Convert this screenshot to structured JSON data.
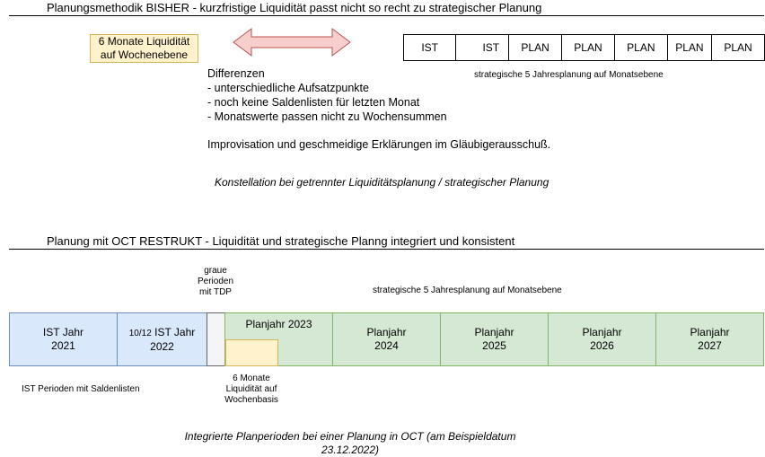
{
  "top": {
    "heading": "Planungsmethodik BISHER - kurzfristige Liquidität passt nicht so recht zu strategischer Planung",
    "liq_box_line1": "6 Monate Liquidität",
    "liq_box_line2": "auf Wochenebene",
    "periods": [
      "IST",
      "IST",
      "PLAN",
      "PLAN",
      "PLAN",
      "PLAN",
      "PLAN"
    ],
    "strat_label": "strategische 5 Jahresplanung auf Monatsebene",
    "diff_title": "Differenzen",
    "diff_items": [
      "- unterschiedliche Aufsatzpunkte",
      "- noch keine Saldenlisten für letzten Monat",
      "- Monatswerte passen nicht zu Wochensummen"
    ],
    "improv": "Improvisation und geschmeidige Erklärungen im Gläubigerausschuß.",
    "caption": "Konstellation bei getrennter Liquiditätsplanung / strategischer Planung"
  },
  "bottom": {
    "heading": "Planung mit OCT RESTRUKT - Liquidität und strategische Planng integriert und konsistent",
    "grey_note_lines": [
      "graue",
      "Perioden",
      "mit TDP"
    ],
    "strat_label": "strategische 5 Jahresplanung auf Monatsebene",
    "ist2021_line1": "IST Jahr",
    "ist2021_line2": "2021",
    "ist2022_prefix": "10/12",
    "ist2022_line1": " IST Jahr",
    "ist2022_line2": "2022",
    "plan2023": "Planjahr 2023",
    "plan_years": [
      {
        "line1": "Planjahr",
        "line2": "2024"
      },
      {
        "line1": "Planjahr",
        "line2": "2025"
      },
      {
        "line1": "Planjahr",
        "line2": "2026"
      },
      {
        "line1": "Planjahr",
        "line2": "2027"
      }
    ],
    "ist_note": "IST Perioden mit Saldenlisten",
    "liq_note_lines": [
      "6 Monate",
      "Liquidität auf",
      "Wochenbasis"
    ],
    "caption_line1": "Integrierte Planperioden bei einer Planung in OCT (am Beispieldatum",
    "caption_line2": "23.12.2022)"
  },
  "colors": {
    "ist_fill": "#dae8fc",
    "plan_fill": "#d5e8d4",
    "liq_fill": "#fff2cc",
    "grey_fill": "#f5f5f5",
    "arrow_fill": "#f8cecc",
    "arrow_stroke": "#b85450"
  }
}
